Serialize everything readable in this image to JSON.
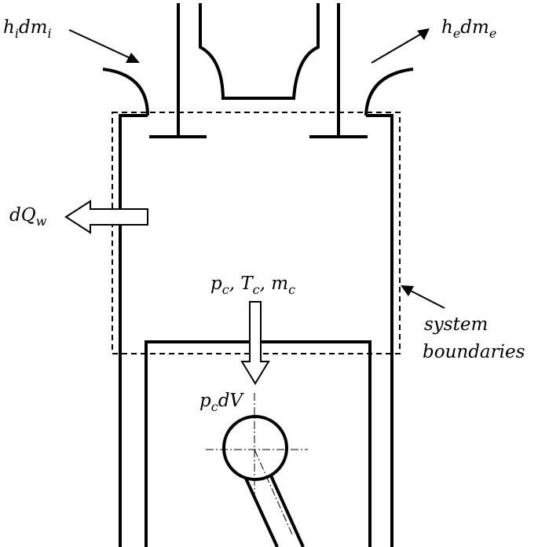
{
  "labels": {
    "inlet": {
      "main": "h",
      "sub1": "i",
      "mid": "dm",
      "sub2": "i"
    },
    "exhaust": {
      "main": "h",
      "sub1": "e",
      "mid": "dm",
      "sub2": "e"
    },
    "heat": {
      "main": "dQ",
      "sub": "w"
    },
    "state": {
      "p": "p",
      "p_sub": "c",
      "sep1": ", ",
      "t": "T",
      "t_sub": "c",
      "sep2": ", ",
      "m": "m",
      "m_sub": "c"
    },
    "work": {
      "main": "p",
      "sub": "c",
      "rest": "dV"
    },
    "boundary": {
      "line1": "system",
      "line2": "boundaries"
    }
  }
}
